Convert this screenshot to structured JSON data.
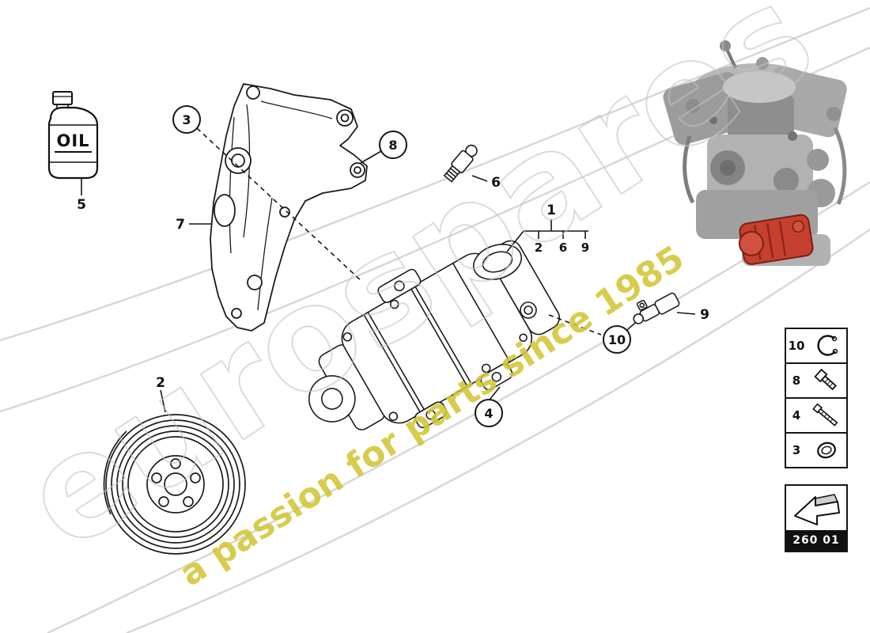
{
  "watermark": {
    "brand": "eurospares",
    "tagline": "a passion for parts since 1985"
  },
  "oil": {
    "label": "OIL"
  },
  "callouts": {
    "c1": "1",
    "c2": "2",
    "c3": "3",
    "c4": "4",
    "c5": "5",
    "c6": "6",
    "c7": "7",
    "c8": "8",
    "c9": "9",
    "c10": "10",
    "assembly_sub": [
      "2",
      "6",
      "9"
    ]
  },
  "legend": {
    "rows": [
      {
        "number": "10",
        "icon": "circlip-icon"
      },
      {
        "number": "8",
        "icon": "bolt-icon"
      },
      {
        "number": "4",
        "icon": "screw-icon"
      },
      {
        "number": "3",
        "icon": "seal-ring-icon"
      }
    ]
  },
  "section_code": "260 01"
}
